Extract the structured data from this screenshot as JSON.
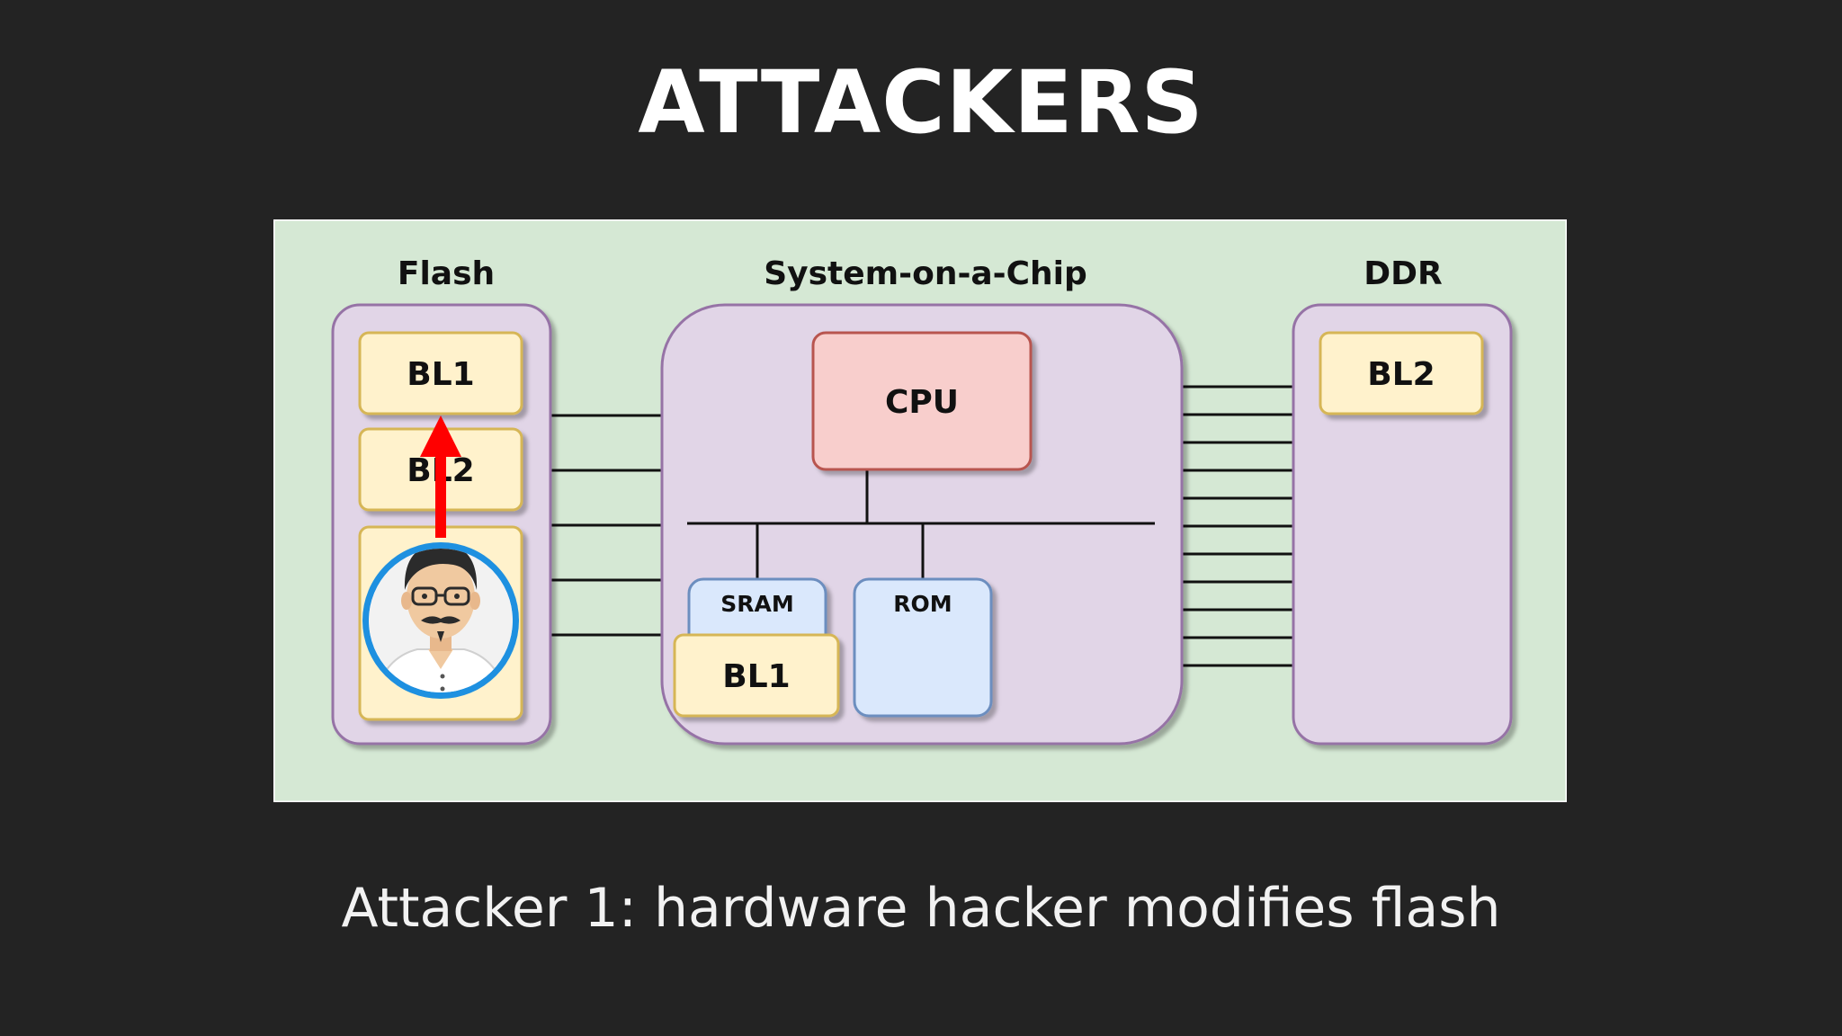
{
  "slide": {
    "title": "ATTACKERS",
    "caption": "Attacker 1: hardware hacker modifies flash"
  },
  "diagram": {
    "flash": {
      "label": "Flash",
      "bl1": "BL1",
      "bl2": "BL2"
    },
    "soc": {
      "label": "System-on-a-Chip",
      "cpu": "CPU",
      "sram": "SRAM",
      "rom": "ROM",
      "bl1": "BL1"
    },
    "ddr": {
      "label": "DDR",
      "bl2": "BL2"
    }
  },
  "colors": {
    "background": "#232323",
    "diagram_bg": "#d5e8d4",
    "container_fill": "#e1d5e7",
    "container_stroke": "#9673a6",
    "boot_fill": "#fff2cc",
    "boot_stroke": "#d6b656",
    "cpu_fill": "#f8cecc",
    "cpu_stroke": "#b85450",
    "mem_fill": "#dae8fc",
    "mem_stroke": "#6c8ebf",
    "arrow": "#ff0000",
    "avatar_ring": "#1e90e0"
  },
  "icons": {
    "attacker": "hacker-avatar-icon",
    "attack_arrow": "up-arrow-icon"
  }
}
